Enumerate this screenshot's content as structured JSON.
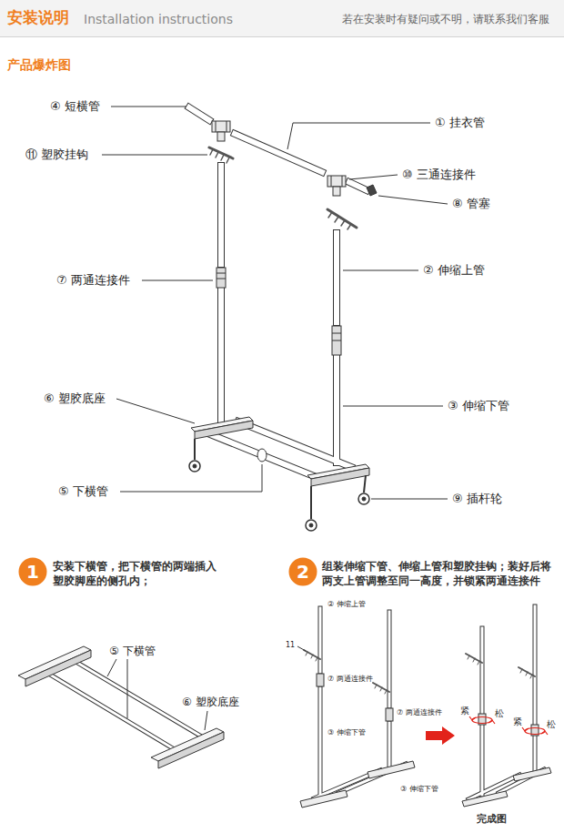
{
  "diagram": {
    "title": "安装说明",
    "nodes": [
      {
        "text": [
          "1"
        ]
      },
      {
        "text": [
          "2"
        ]
      }
    ],
    "labels": [
      "Installation instructions",
      "若在安装时有疑问或不明，请联系我们客服",
      "产品爆炸图",
      "④ 短横管",
      "① 挂衣管",
      "⑪ 塑胶挂钩",
      "⑩ 三通连接件",
      "⑧ 管塞",
      "⑦ 两通连接件",
      "② 伸缩上管",
      "⑥ 塑胶底座",
      "③ 伸缩下管",
      "⑤ 下横管",
      "⑨ 插杆轮",
      "安装下横管，把下横管的两端插入塑胶脚座的侧孔内；",
      "⑤ 下横管",
      "⑥ 塑胶底座",
      "组装伸缩下管、伸缩上管和塑胶挂钩；装好后将两支上管调整至同一高度，并锁紧两通连接件",
      "② 伸缩上管",
      "11",
      "⑦ 两通连接件",
      "⑦ 两通连接件",
      "③ 伸缩下管",
      "③ 伸缩下管",
      "紧",
      "松",
      "紧",
      "松",
      "完成图"
    ]
  }
}
